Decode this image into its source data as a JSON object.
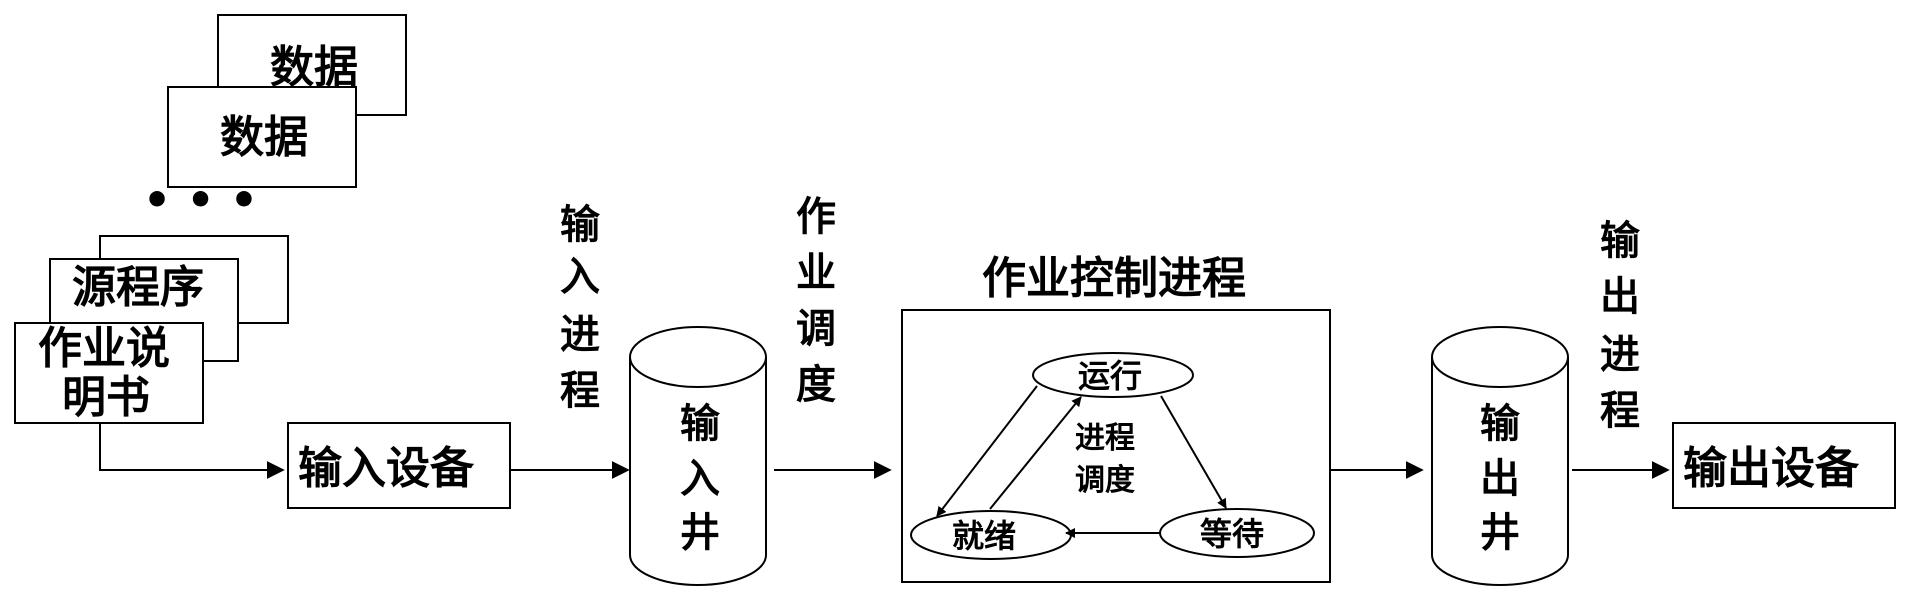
{
  "doc": {
    "data_card_back": "数据",
    "data_card_front": "数据",
    "ellipsis": "• • •",
    "source_card": "源程序",
    "job_desc_line1": "作业说",
    "job_desc_line2": "明书",
    "input_device": "输入设备",
    "input_process": [
      "输",
      "入",
      "进",
      "程"
    ],
    "input_well": [
      "输",
      "入",
      "井"
    ],
    "job_scheduling": [
      "作",
      "业",
      "调",
      "度"
    ],
    "job_control_title": "作业控制进程",
    "state_running": "运行",
    "state_ready": "就绪",
    "state_waiting": "等待",
    "process_sched_line1": "进程",
    "process_sched_line2": "调度",
    "output_well": [
      "输",
      "出",
      "井"
    ],
    "output_process": [
      "输",
      "出",
      "进",
      "程"
    ],
    "output_device": "输出设备"
  }
}
